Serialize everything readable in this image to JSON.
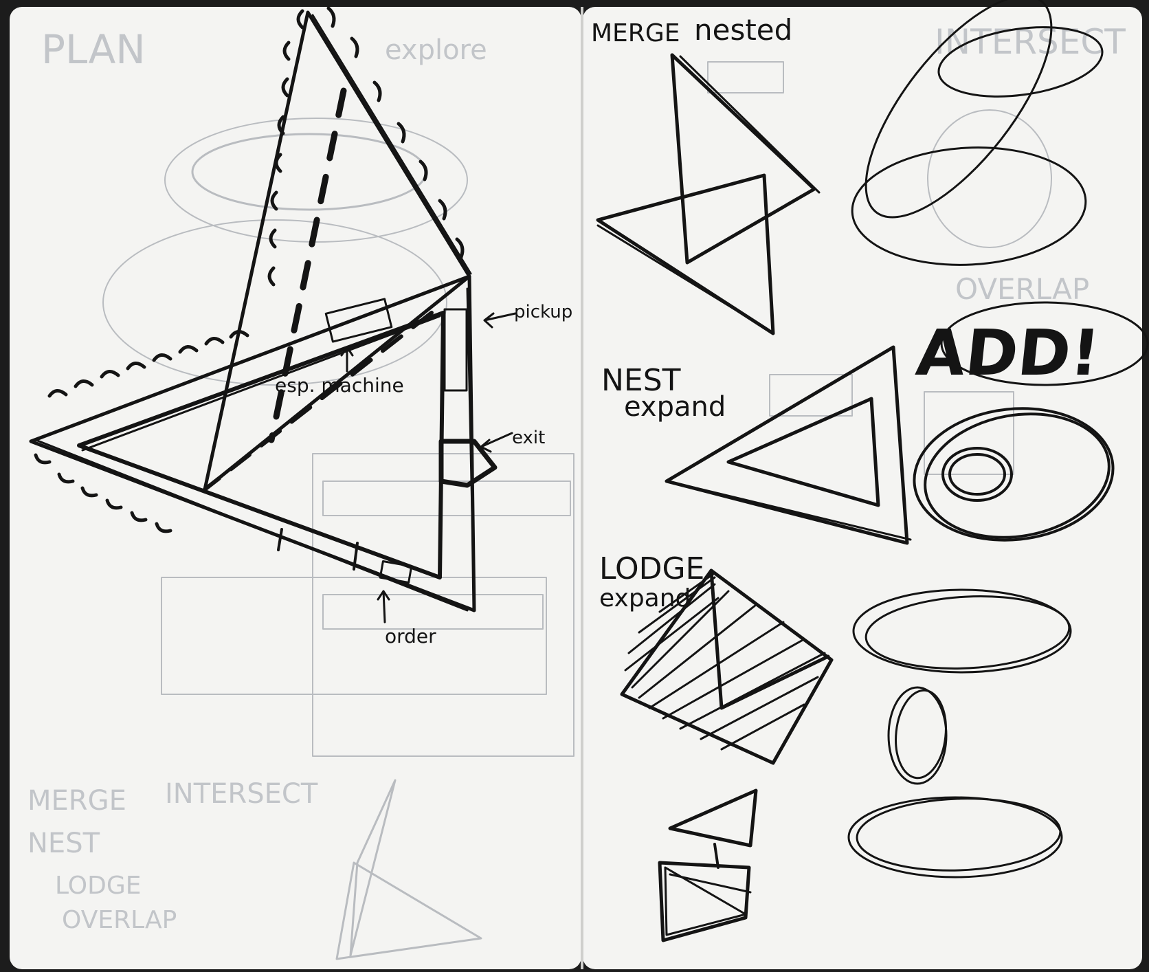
{
  "colors": {
    "paper": "#f4f4f2",
    "paper_shade": "#e9e9e7",
    "ink": "#141414",
    "ghost_ink": "#b9bcc0",
    "binding": "#1c1c1c"
  },
  "left_page": {
    "ghost_labels": {
      "plan": "PLAN",
      "explore": "explore",
      "merge": "MERGE",
      "intersect": "INTERSECT",
      "nest": "NEST",
      "lodge": "LODGE",
      "overlap": "OVERLAP"
    },
    "annotations": {
      "pickup": "pickup",
      "esp_machine": "esp. machine",
      "exit": "exit",
      "order": "order"
    }
  },
  "right_page": {
    "ghost_labels": {
      "intersect": "INTERSECT",
      "overlap": "OVERLAP"
    },
    "section_labels": {
      "merge": "MERGE",
      "nested": "nested",
      "nest": "NEST",
      "nest_sub": "expand",
      "lodge": "LODGE",
      "lodge_sub": "expand",
      "add": "ADD!"
    }
  }
}
